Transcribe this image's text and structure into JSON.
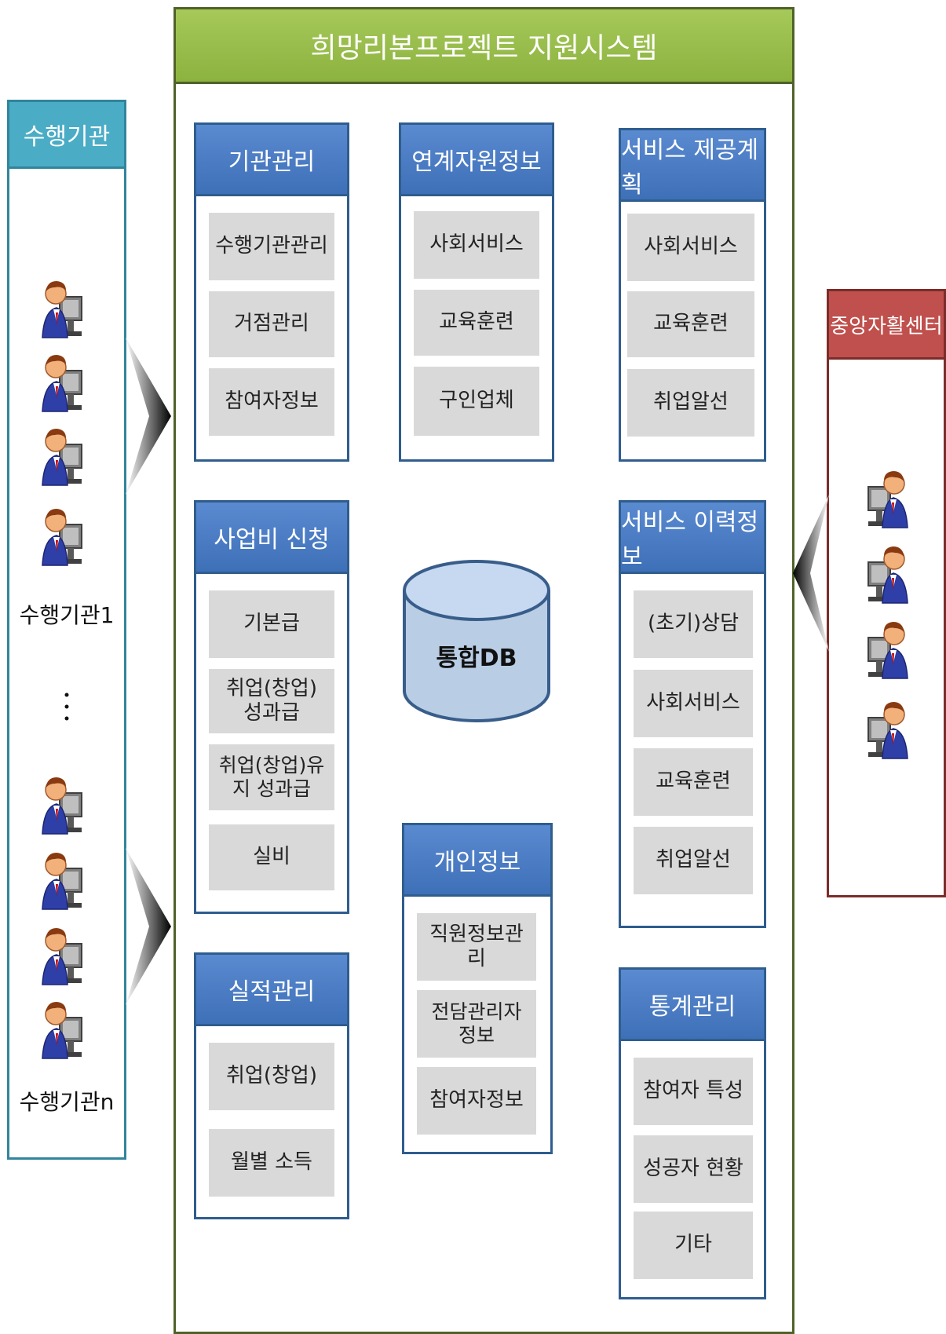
{
  "system_title": "희망리본프로젝트 지원시스템",
  "agency_panel": {
    "title": "수행기관",
    "label_first": "수행기관1",
    "label_last": "수행기관n",
    "dots": "⋮"
  },
  "center_panel": {
    "title": "중앙자활센터"
  },
  "database": {
    "label": "통합DB"
  },
  "modules": {
    "agency_mgmt": {
      "title": "기관관리",
      "items": [
        "수행기관관리",
        "거점관리",
        "참여자정보"
      ]
    },
    "linked_resources": {
      "title": "연계자원정보",
      "items": [
        "사회서비스",
        "교육훈련",
        "구인업체"
      ]
    },
    "service_plan": {
      "title": "서비스 제공계획",
      "items": [
        "사회서비스",
        "교육훈련",
        "취업알선"
      ]
    },
    "budget_request": {
      "title": "사업비 신청",
      "items": [
        "기본급",
        "취업(창업) 성과급",
        "취업(창업)유지 성과급",
        "실비"
      ]
    },
    "service_history": {
      "title": "서비스 이력정보",
      "items": [
        "(초기)상담",
        "사회서비스",
        "교육훈련",
        "취업알선"
      ]
    },
    "performance_mgmt": {
      "title": "실적관리",
      "items": [
        "취업(창업)",
        "월별 소득"
      ]
    },
    "personal_info": {
      "title": "개인정보",
      "items": [
        "직원정보관리",
        "전담관리자 정보",
        "참여자정보"
      ]
    },
    "statistics_mgmt": {
      "title": "통계관리",
      "items": [
        "참여자 특성",
        "성공자 현황",
        "기타"
      ]
    }
  },
  "colors": {
    "system_header": "#9bbb59",
    "module_header": "#4f81bd",
    "agency_header": "#4bacc6",
    "center_header": "#c0504d",
    "item_fill": "#d9d9d9",
    "db_fill": "#b9cde5"
  },
  "icons": [
    "person-at-computer-icon",
    "arrow-right-icon",
    "arrow-left-icon",
    "database-cylinder-icon"
  ]
}
